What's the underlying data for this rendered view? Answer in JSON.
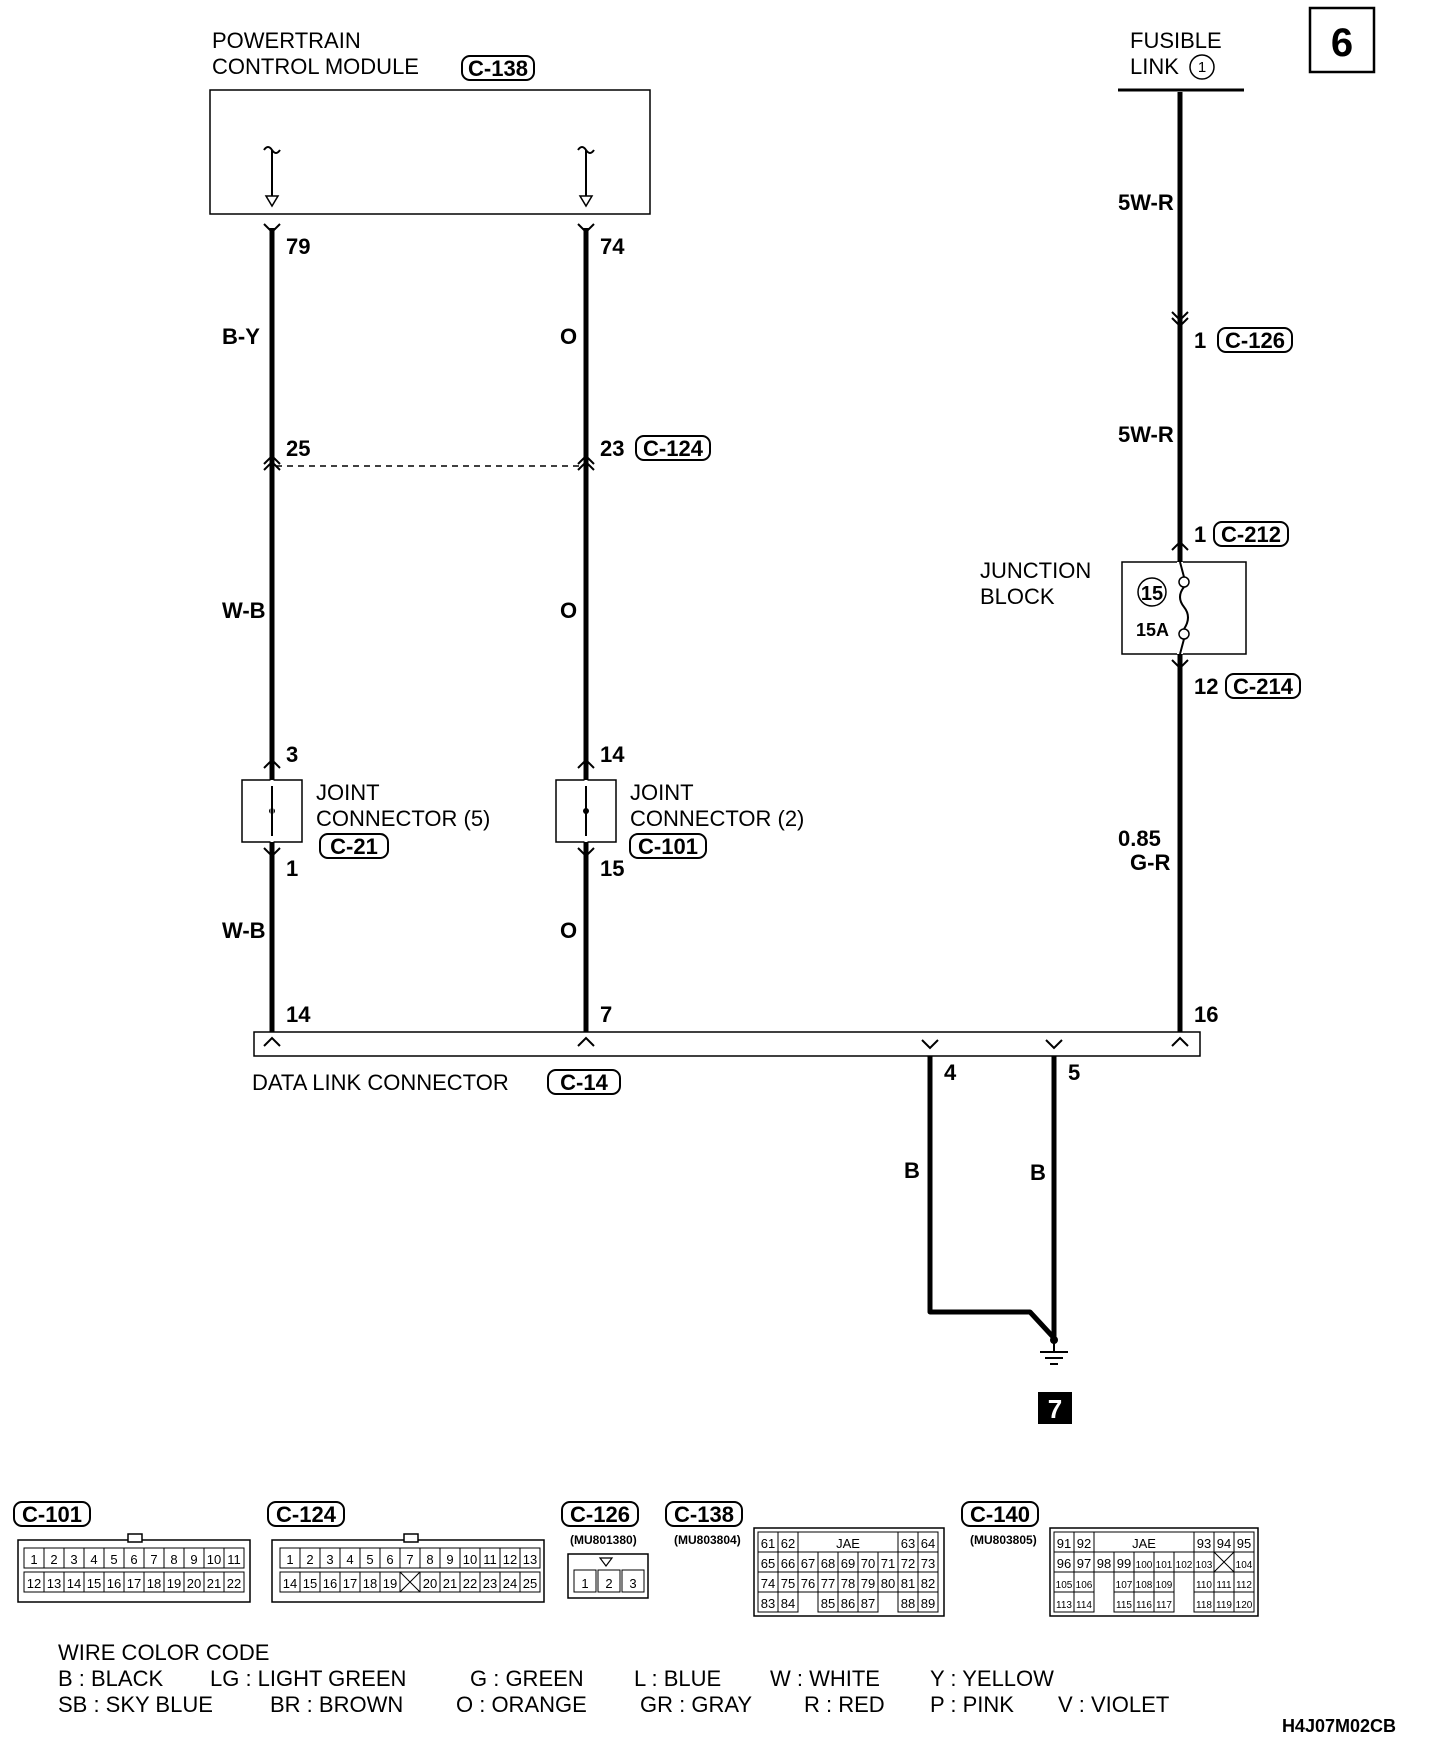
{
  "diagram_id": "H4J07M02CB",
  "page_number": "6",
  "continuation_ref": "7",
  "pcm": {
    "title_line1": "POWERTRAIN",
    "title_line2": "CONTROL MODULE",
    "connector": "C-138"
  },
  "fusible_link": {
    "line1": "FUSIBLE",
    "line2": "LINK",
    "number": "1"
  },
  "junction_block": {
    "line1": "JUNCTION",
    "line2": "BLOCK",
    "fuse_number": "15",
    "fuse_rating": "15A"
  },
  "joint_connector_5": {
    "line1": "JOINT",
    "line2": "CONNECTOR (5)",
    "connector": "C-21"
  },
  "joint_connector_2": {
    "line1": "JOINT",
    "line2": "CONNECTOR (2)",
    "connector": "C-101"
  },
  "dlc": {
    "label": "DATA LINK CONNECTOR",
    "connector": "C-14"
  },
  "wire1": {
    "pin_top": "79",
    "color1": "B-Y",
    "pin_a": "25",
    "color2": "W-B",
    "pin_j_in": "3",
    "pin_j_out": "1",
    "color3": "W-B",
    "pin_dlc": "14"
  },
  "wire2": {
    "pin_top": "74",
    "color1": "O",
    "pin_a": "23",
    "connector_a": "C-124",
    "color2": "O",
    "pin_j_in": "14",
    "pin_j_out": "15",
    "color3": "O",
    "pin_dlc": "7"
  },
  "wire3": {
    "color1": "5W-R",
    "pin_1": "1",
    "connector_1": "C-126",
    "color2": "5W-R",
    "pin_2": "1",
    "connector_2": "C-212",
    "pin_3": "12",
    "connector_3": "C-214",
    "color3_size": "0.85",
    "color3": "G-R",
    "pin_dlc": "16"
  },
  "ground_wires": {
    "pin_a": "4",
    "color_a": "B",
    "pin_b": "5",
    "color_b": "B"
  },
  "connector_views": {
    "c101": {
      "label": "C-101",
      "row1": [
        "1",
        "2",
        "3",
        "4",
        "5",
        "6",
        "7",
        "8",
        "9",
        "10",
        "11"
      ],
      "row2": [
        "12",
        "13",
        "14",
        "15",
        "16",
        "17",
        "18",
        "19",
        "20",
        "21",
        "22"
      ]
    },
    "c124": {
      "label": "C-124",
      "row1": [
        "1",
        "2",
        "3",
        "4",
        "5",
        "6",
        "7",
        "8",
        "9",
        "10",
        "11",
        "12",
        "13"
      ],
      "row2": [
        "14",
        "15",
        "16",
        "17",
        "18",
        "19",
        "",
        "20",
        "21",
        "22",
        "23",
        "24",
        "25"
      ]
    },
    "c126": {
      "label": "C-126",
      "part": "(MU801380)",
      "pins": [
        "1",
        "2",
        "3"
      ]
    },
    "c138": {
      "label": "C-138",
      "part": "(MU803804)",
      "brand": "JAE",
      "row1_left": [
        "61",
        "62"
      ],
      "row1_right": [
        "63",
        "64"
      ],
      "row2": [
        "65",
        "66",
        "67",
        "68",
        "69",
        "70",
        "71",
        "72",
        "73"
      ],
      "row3": [
        "74",
        "75",
        "76",
        "77",
        "78",
        "79",
        "80",
        "81",
        "82"
      ],
      "row4_left": [
        "83",
        "84"
      ],
      "row4_mid": [
        "85",
        "86",
        "87"
      ],
      "row4_right": [
        "88",
        "89"
      ]
    },
    "c140": {
      "label": "C-140",
      "part": "(MU803805)",
      "brand": "JAE",
      "row1_left": [
        "91",
        "92"
      ],
      "row1_right": [
        "93",
        "94",
        "95"
      ],
      "row2": [
        "96",
        "97",
        "98",
        "99",
        "100",
        "101",
        "102",
        "103",
        "",
        "104"
      ],
      "row3_left": [
        "105",
        "106"
      ],
      "row3_mid": [
        "107",
        "108",
        "109"
      ],
      "row3_right": [
        "110",
        "111",
        "112"
      ],
      "row4_left": [
        "113",
        "114"
      ],
      "row4_mid": [
        "115",
        "116",
        "117"
      ],
      "row4_right": [
        "118",
        "119",
        "120"
      ]
    }
  },
  "wire_color_code": {
    "title": "WIRE COLOR CODE",
    "row1": [
      "B : BLACK",
      "LG : LIGHT GREEN",
      "G : GREEN",
      "L : BLUE",
      "W : WHITE",
      "Y : YELLOW"
    ],
    "row2": [
      "SB : SKY BLUE",
      "BR : BROWN",
      "O : ORANGE",
      "GR : GRAY",
      "R : RED",
      "P : PINK",
      "V : VIOLET"
    ]
  }
}
